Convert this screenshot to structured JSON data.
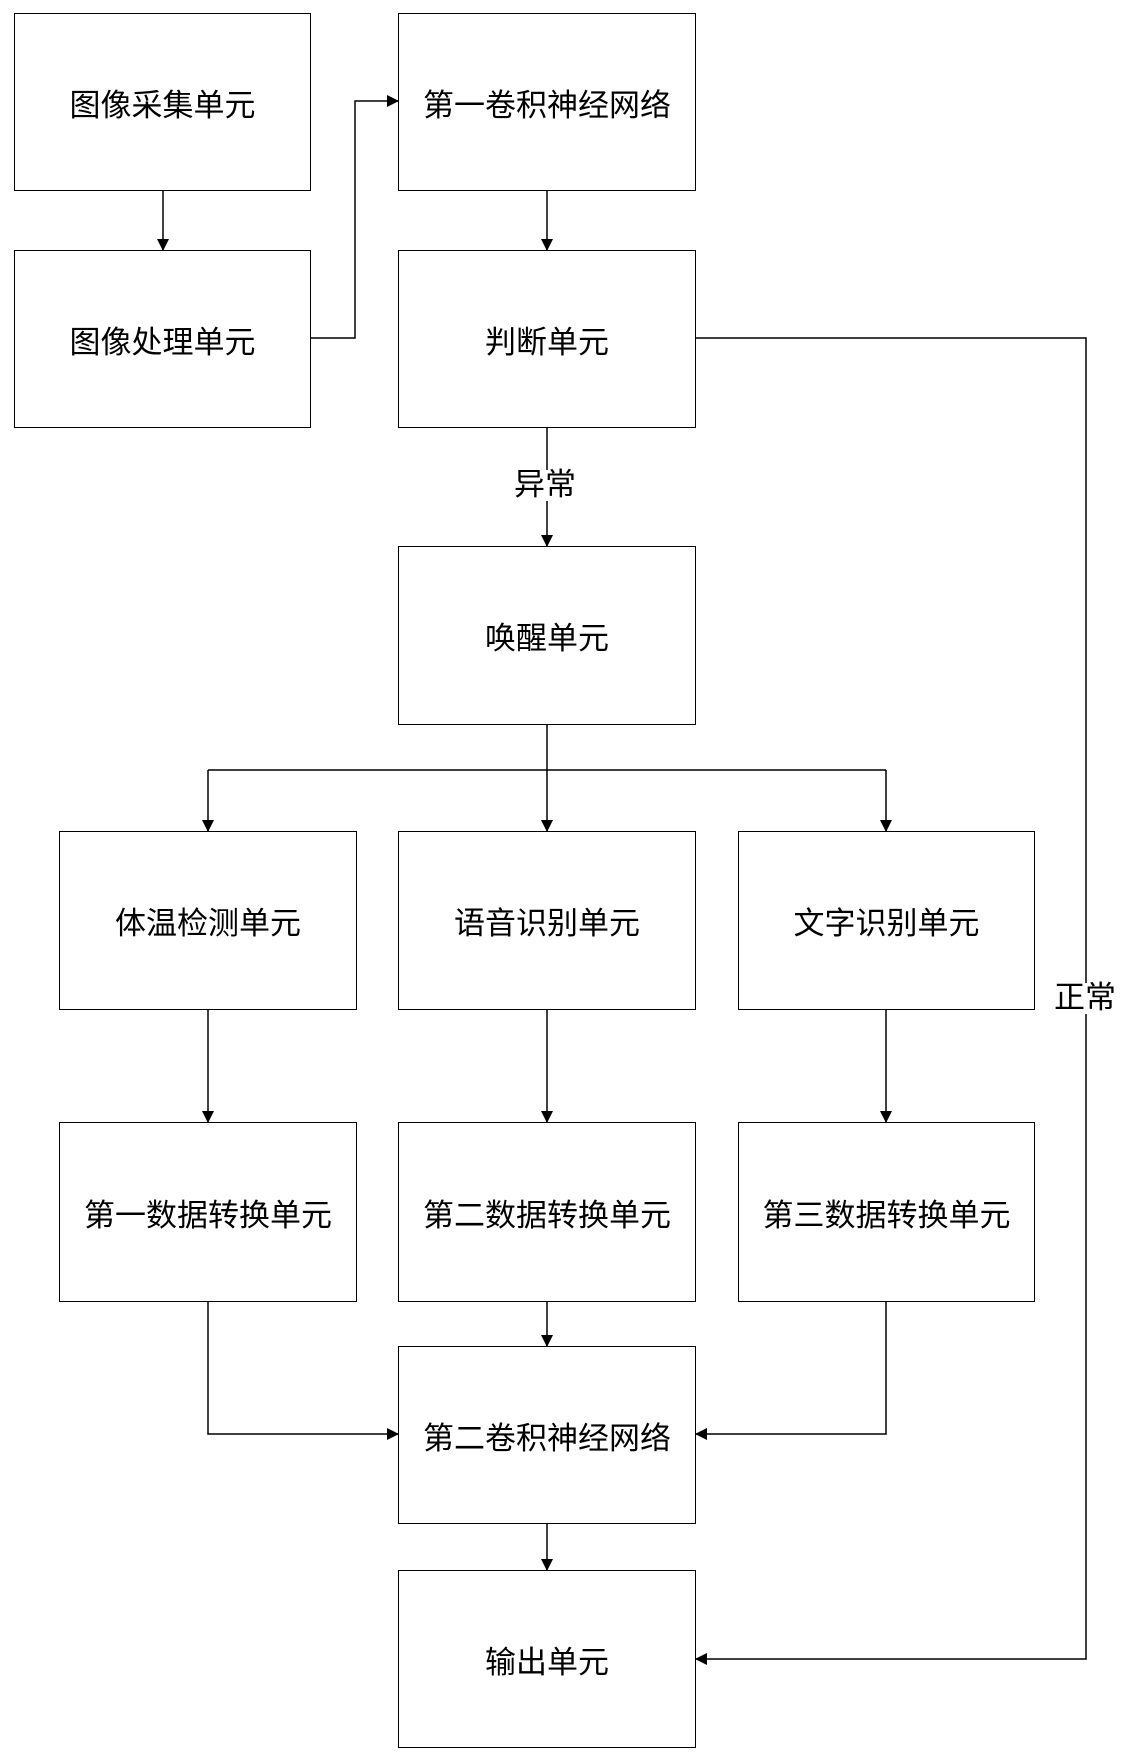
{
  "nodes": {
    "image_capture": "图像采集单元",
    "image_processing": "图像处理单元",
    "cnn_first": "第一卷积神经网络",
    "judgment": "判断单元",
    "wakeup": "唤醒单元",
    "temperature_detection": "体温检测单元",
    "speech_recognition": "语音识别单元",
    "text_recognition": "文字识别单元",
    "data_conversion_first": "第一数据转换单元",
    "data_conversion_second": "第二数据转换单元",
    "data_conversion_third": "第三数据转换单元",
    "cnn_second": "第二卷积神经网络",
    "output": "输出单元"
  },
  "edge_labels": {
    "abnormal": "异常",
    "normal": "正常"
  },
  "colors": {
    "line": "#000000",
    "box_border": "#000000",
    "background": "#ffffff"
  }
}
